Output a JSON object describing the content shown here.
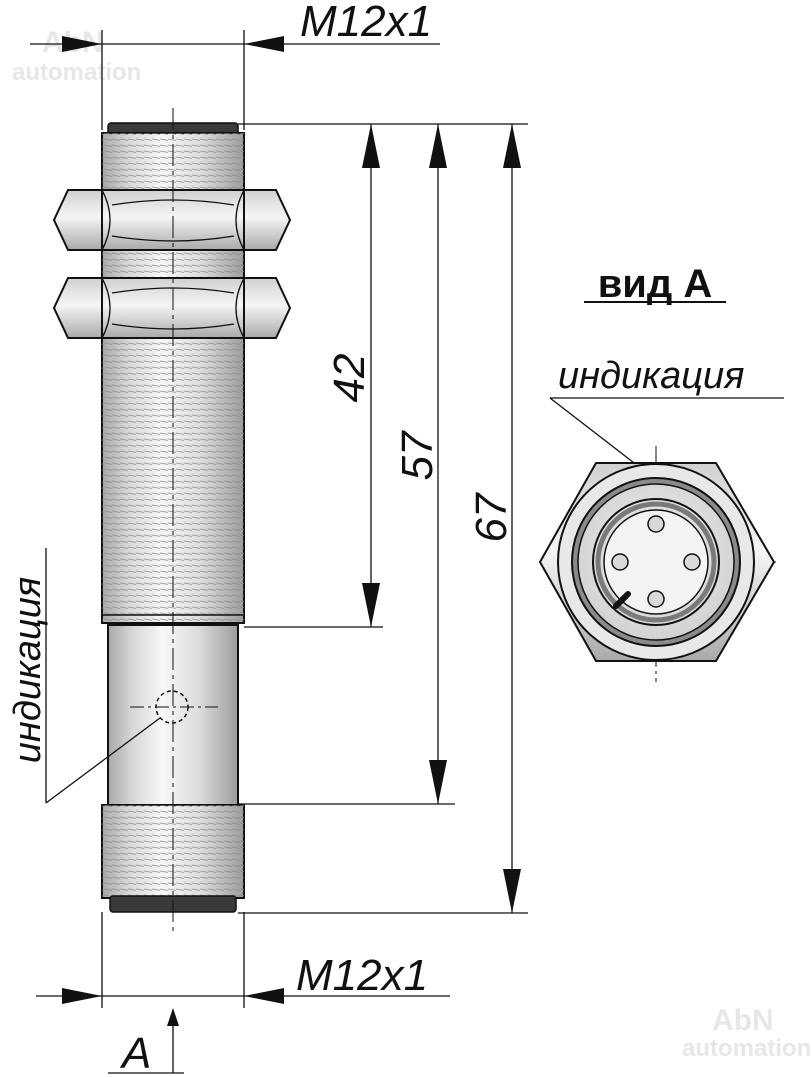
{
  "drawing": {
    "thread_top": "M12x1",
    "thread_bottom": "M12x1",
    "dims": {
      "d42": "42",
      "d57": "57",
      "d67": "67"
    },
    "indication_left": "индикация",
    "indication_right": "индикация",
    "view_title": "вид А",
    "view_marker": "А"
  },
  "watermark": {
    "top_left": {
      "logo": "AbN",
      "sub": "automation"
    },
    "bottom_right": {
      "logo": "AbN",
      "sub": "automation"
    }
  },
  "colors": {
    "line": "#111111",
    "body_light": "#f2f2f2",
    "body_mid": "#c8c8c8",
    "body_dark": "#9a9a9a",
    "watermark": "#e7e7e7"
  }
}
